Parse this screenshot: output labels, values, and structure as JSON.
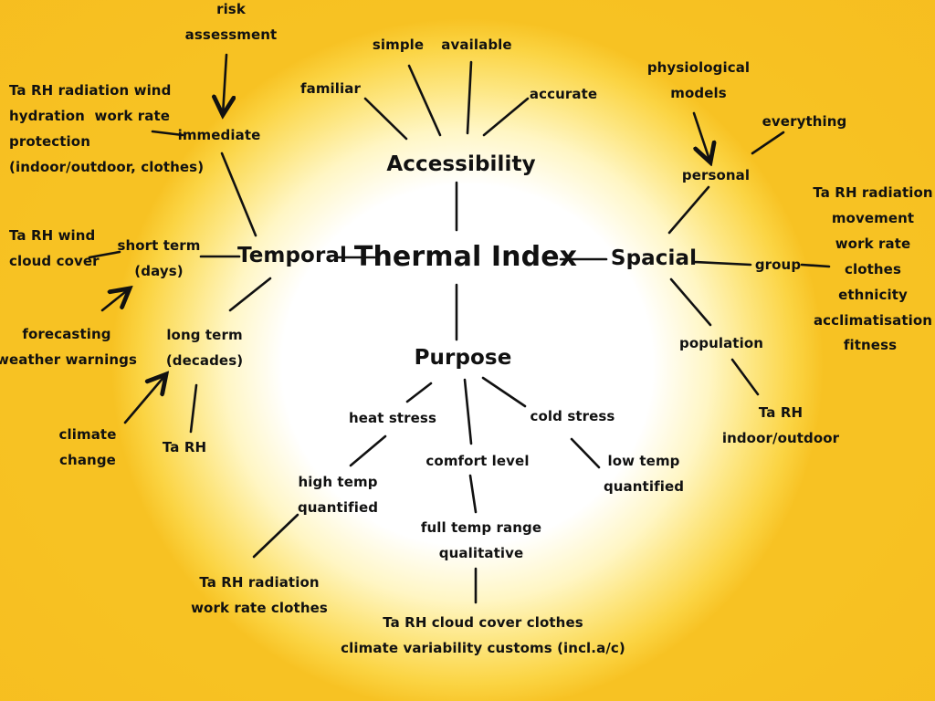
{
  "center": "Thermal Index",
  "branches": {
    "accessibility": "Accessibility",
    "temporal": "Temporal",
    "spacial": "Spacial",
    "purpose": "Purpose"
  },
  "accessibility": {
    "familiar": "familiar",
    "simple": "simple",
    "available": "available",
    "accurate": "accurate"
  },
  "temporal": {
    "risk_assessment": "risk\nassessment",
    "immediate": "immediate",
    "immediate_vars": "Ta RH radiation wind\nhydration  work rate\nprotection\n(indoor/outdoor, clothes)",
    "short_term": "short term\n(days)",
    "short_term_vars": "Ta RH wind\ncloud cover",
    "forecasting": "forecasting\nweather warnings",
    "long_term": "long term\n(decades)",
    "climate_change": "climate\nchange",
    "long_term_vars": "Ta RH"
  },
  "spacial": {
    "physiological_models": "physiological\nmodels",
    "everything": "everything",
    "personal": "personal",
    "group": "group",
    "group_vars": "Ta RH radiation\nmovement\nwork rate\nclothes\nethnicity\nacclimatisation",
    "fitness": "fitness",
    "population": "population",
    "population_vars": "Ta RH\nindoor/outdoor"
  },
  "purpose": {
    "heat_stress": "heat stress",
    "comfort_level": "comfort level",
    "cold_stress": "cold stress",
    "high_temp": "high temp\nquantified",
    "high_temp_vars": "Ta RH radiation\nwork rate clothes",
    "full_range": "full temp range\nqualitative",
    "full_range_vars": "Ta RH cloud cover clothes\nclimate variability customs (incl.a/c)",
    "low_temp": "low temp\nquantified"
  }
}
